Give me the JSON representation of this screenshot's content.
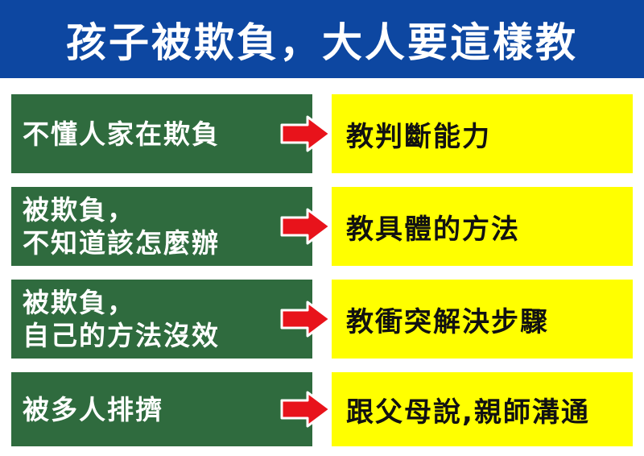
{
  "title": "孩子被欺負，大人要這樣教",
  "colors": {
    "header_bg": "#0d47a1",
    "problem_bg": "#2f6b3e",
    "solution_bg": "#ffff00",
    "arrow": "#e8131b"
  },
  "rows": [
    {
      "problem": [
        "不懂人家在欺負"
      ],
      "solution": "教判斷能力"
    },
    {
      "problem": [
        "被欺負，",
        "不知道該怎麼辦"
      ],
      "solution": "教具體的方法"
    },
    {
      "problem": [
        "被欺負，",
        "自己的方法沒效"
      ],
      "solution": "教衝突解決步驟"
    },
    {
      "problem": [
        "被多人排擠"
      ],
      "solution": "跟父母說,親師溝通"
    }
  ]
}
